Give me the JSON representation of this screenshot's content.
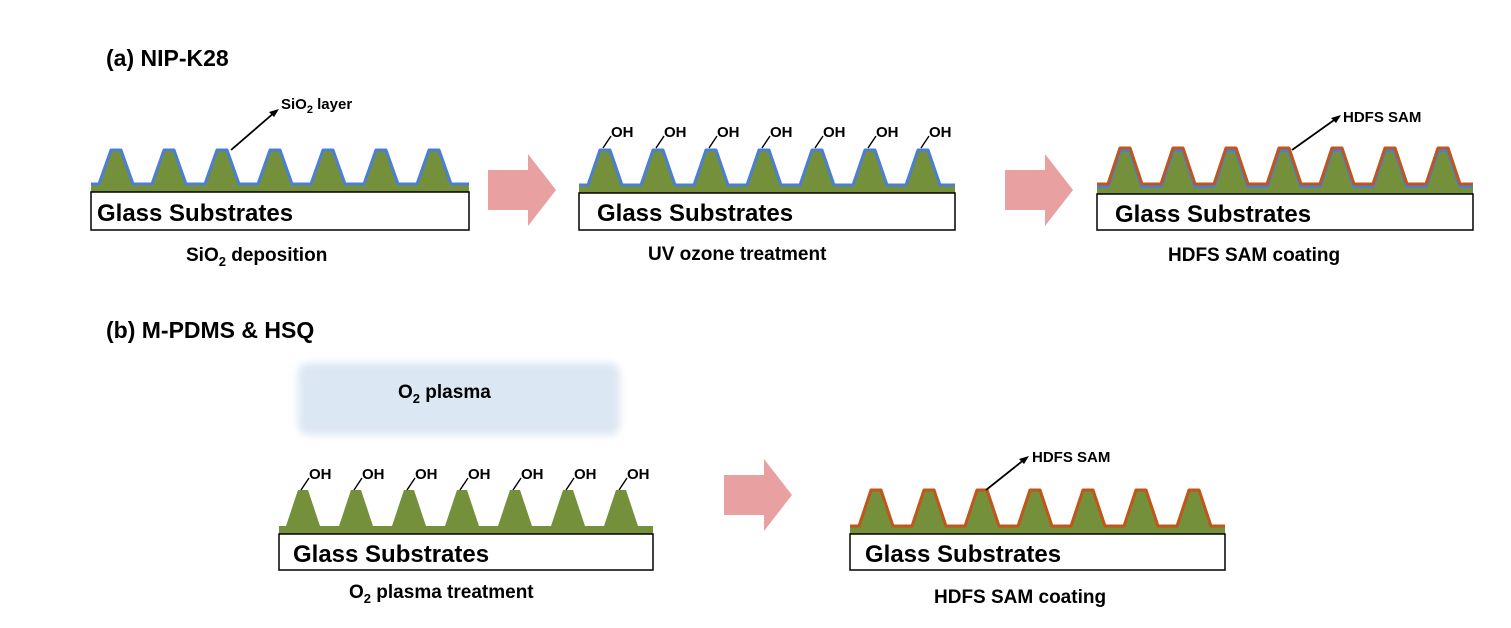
{
  "panels": {
    "a": {
      "title": "(a) NIP-K28",
      "callout_sio2_main": "SiO",
      "callout_sio2_sub": "2",
      "callout_sio2_rest": " layer",
      "callout_hdfs": "HDFS SAM",
      "oh_label": "OH",
      "steps": [
        {
          "substrate": "Glass Substrates",
          "caption_main": "SiO",
          "caption_sub": "2",
          "caption_rest": " deposition"
        },
        {
          "substrate": "Glass Substrates",
          "caption": "UV  ozone treatment"
        },
        {
          "substrate": "Glass Substrates",
          "caption": "HDFS  SAM coating"
        }
      ]
    },
    "b": {
      "title": "(b) M-PDMS & HSQ",
      "plasma_main": "O",
      "plasma_sub": "2",
      "plasma_rest": " plasma",
      "oh_label": "OH",
      "callout_hdfs": "HDFS SAM",
      "steps": [
        {
          "substrate": "Glass Substrates",
          "caption_main": "O",
          "caption_sub": "2",
          "caption_rest": " plasma treatment"
        },
        {
          "substrate": "Glass Substrates",
          "caption": "HDFS SAM coating"
        }
      ]
    }
  },
  "colors": {
    "film": "#74903a",
    "sio2_layer": "#4a7fd4",
    "sam_layer": "#c0561c",
    "arrow": "#e8a0a0",
    "plasma": "#dbe6f2"
  }
}
